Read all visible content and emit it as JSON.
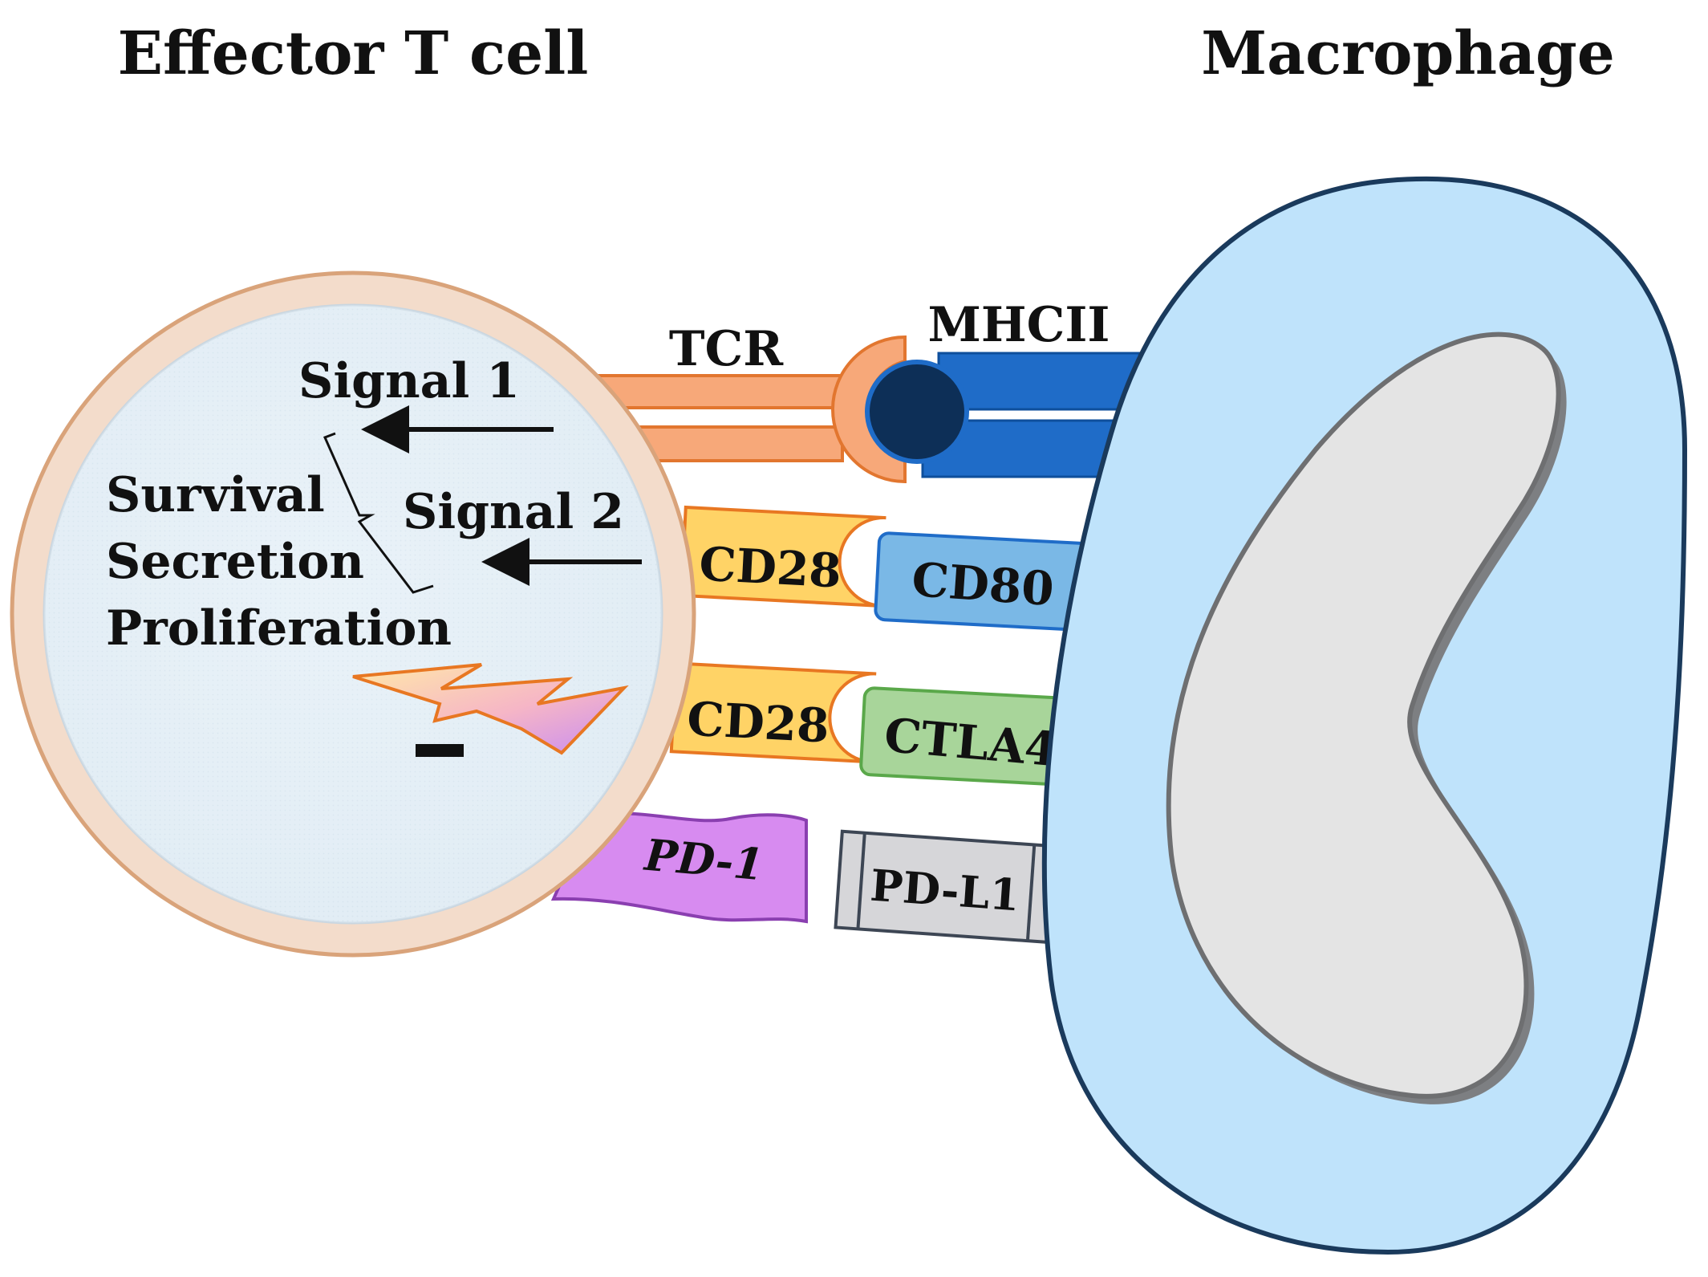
{
  "titles": {
    "t_cell": "Effector T cell",
    "macrophage": "Macrophage"
  },
  "receptors": {
    "tcr": "TCR",
    "mhcii": "MHCII",
    "cd28_top": "CD28",
    "cd80": "CD80",
    "cd28_bottom": "CD28",
    "ctla4": "CTLA4",
    "pd1": "PD-1",
    "pdl1": "PD-L1"
  },
  "signals": {
    "signal_1": "Signal 1",
    "signal_2": "Signal 2",
    "outcomes": [
      "Survival",
      "Secretion",
      "Proliferation"
    ],
    "inhibition_sign": "−"
  },
  "colors": {
    "tcr": "#f7a879",
    "tcr_stroke": "#e2762f",
    "mhcii": "#1f6cc8",
    "peptide": "#0d2f57",
    "cd28": "#ffd366",
    "cd28_stroke": "#e87722",
    "cd80": "#7ab8e6",
    "cd80_stroke": "#1f6cc8",
    "ctla4": "#a8d59a",
    "ctla4_stroke": "#5aa84a",
    "pd1": "#d78bf0",
    "pd1_stroke": "#8a3fb0",
    "pdl1": "#d6d6d9",
    "pdl1_stroke": "#3d4654",
    "macrophage_fill": "#bfe3fb",
    "macrophage_stroke": "#1a3a5c",
    "nucleus": "#e4e4e4",
    "t_cell_rim": "#f3dccb",
    "t_cell_inner": "#e9f2f8"
  }
}
